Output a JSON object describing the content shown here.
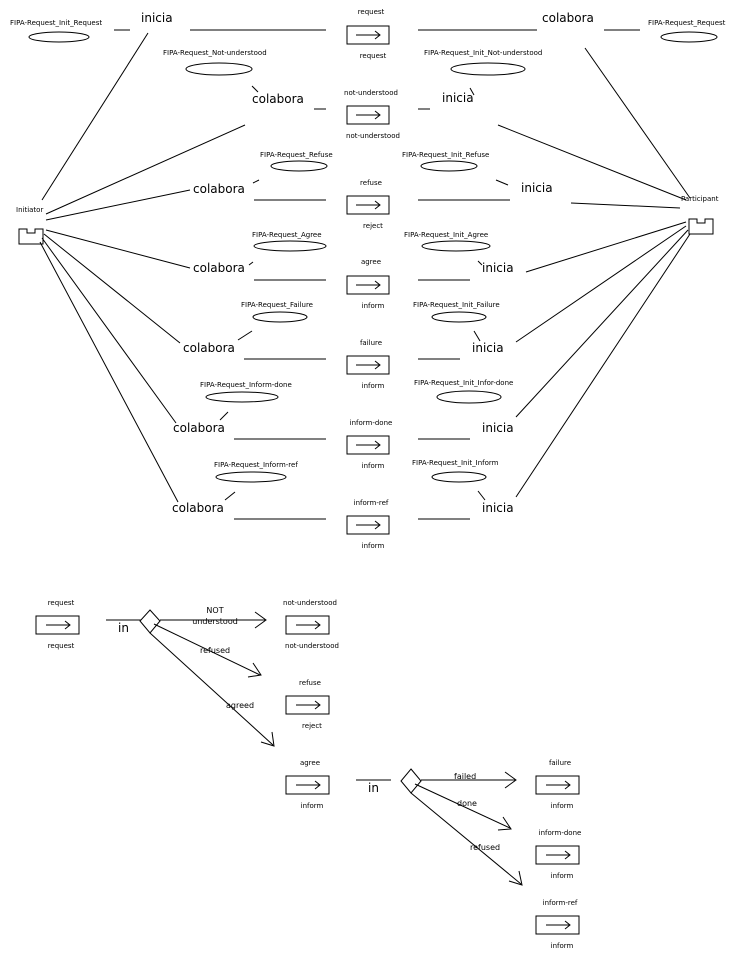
{
  "actors": {
    "initiator": "Initiator",
    "participant": "Participant"
  },
  "top": {
    "request": {
      "left_role_label": "FIPA-Request_Init_Request",
      "right_role_label": "FIPA-Request_Request",
      "left_role": "inicia",
      "right_role": "colabora",
      "msg_top": "request",
      "msg_bottom": "request"
    },
    "rows": [
      {
        "left_label": "FIPA-Request_Not-understood",
        "right_label": "FIPA-Request_Init_Not-understood",
        "left_role": "colabora",
        "right_role": "inicia",
        "msg_top": "not-understood",
        "msg_bottom": "not-understood"
      },
      {
        "left_label": "FIPA-Request_Refuse",
        "right_label": "FIPA-Request_Init_Refuse",
        "left_role": "colabora",
        "right_role": "inicia",
        "msg_top": "refuse",
        "msg_bottom": "reject"
      },
      {
        "left_label": "FIPA-Request_Agree",
        "right_label": "FIPA-Request_Init_Agree",
        "left_role": "colabora",
        "right_role": "inicia",
        "msg_top": "agree",
        "msg_bottom": "inform"
      },
      {
        "left_label": "FIPA-Request_Failure",
        "right_label": "FIPA-Request_Init_Failure",
        "left_role": "colabora",
        "right_role": "inicia",
        "msg_top": "failure",
        "msg_bottom": "inform"
      },
      {
        "left_label": "FIPA-Request_Inform-done",
        "right_label": "FIPA-Request_Init_Infor-done",
        "left_role": "colabora",
        "right_role": "inicia",
        "msg_top": "inform-done",
        "msg_bottom": "inform"
      },
      {
        "left_label": "FIPA-Request_Inform-ref",
        "right_label": "FIPA-Request_Init_Inform",
        "left_role": "colabora",
        "right_role": "inicia",
        "msg_top": "inform-ref",
        "msg_bottom": "inform"
      }
    ]
  },
  "bottom": {
    "request_box": {
      "top": "request",
      "bottom": "request"
    },
    "in_label_1": "in",
    "branch_not_understood": "NOT\nunderstood",
    "branch_refused": "refused",
    "branch_agreed": "agreed",
    "not_understood_box": {
      "top": "not-understood",
      "bottom": "not-understood"
    },
    "refuse_box": {
      "top": "refuse",
      "bottom": "reject"
    },
    "agree_box": {
      "top": "agree",
      "bottom": "inform"
    },
    "in_label_2": "in",
    "branch_failed": "failed",
    "branch_done": "done",
    "branch_refused_2": "refused",
    "failure_box": {
      "top": "failure",
      "bottom": "inform"
    },
    "inform_done_box": {
      "top": "inform-done",
      "bottom": "inform"
    },
    "inform_ref_box": {
      "top": "inform-ref",
      "bottom": "inform"
    }
  }
}
